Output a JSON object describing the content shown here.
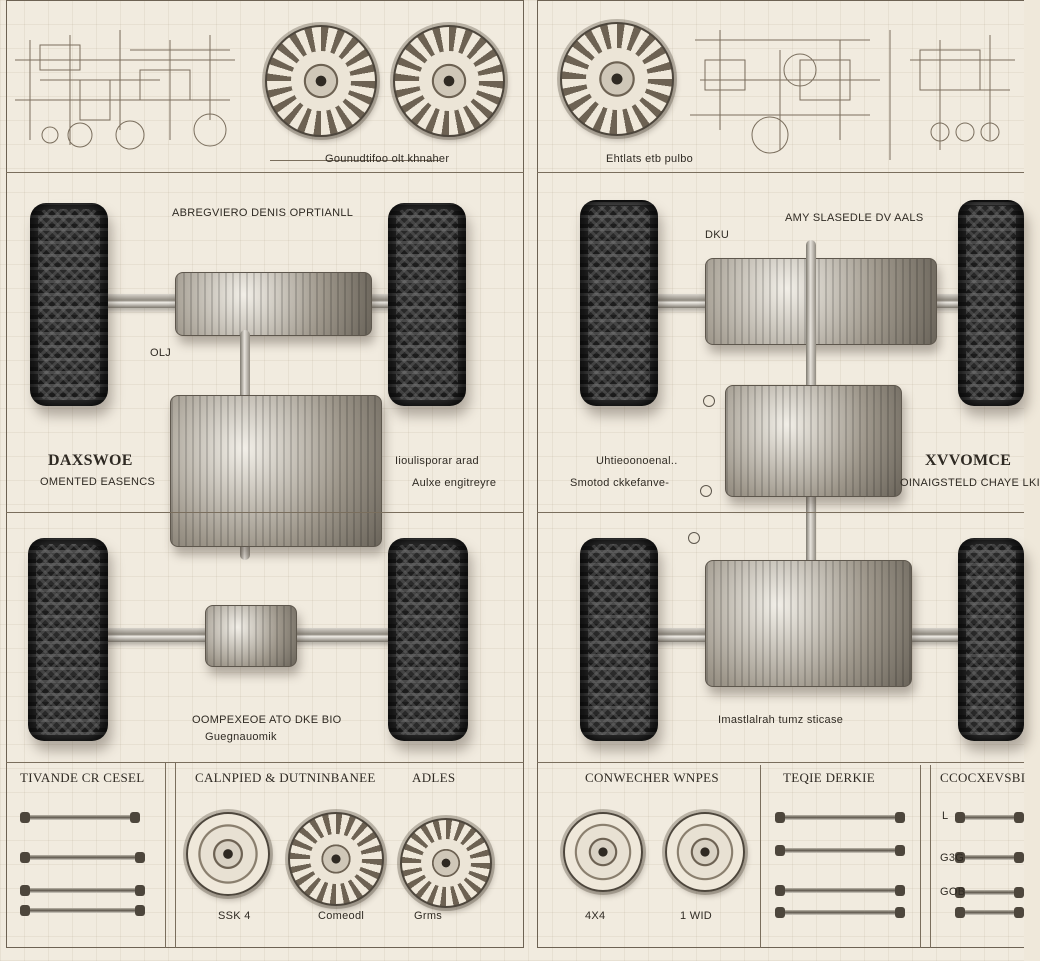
{
  "left_panel": {
    "top_caption": "Gounudtifoo olt khnaher",
    "callout_top": "ABREGVIERO DENIS OPRTIANLL",
    "callout_small": "OLJ",
    "title": "DAXSWOE",
    "subtitle": "OMENTED EASENCS",
    "callout_right_1": "Iioulisporar arad",
    "callout_right_2": "Aulxe engitreyre",
    "bottom_caption_1": "OOMPEXEOE ATO DKE BIO",
    "bottom_caption_2": "Guegnauomik",
    "sections": [
      {
        "title": "TIVANDE CR CESEL"
      },
      {
        "title": "CALNPIED & DUTNINBANEE"
      },
      {
        "title": "ADLES"
      }
    ],
    "gear_labels": [
      "SSK 4",
      "Comeodl",
      "Grms"
    ]
  },
  "right_panel": {
    "top_caption": "Ehtlats etb pulbo",
    "callout_top": "AMY SLASEDLE DV AALS",
    "callout_small": "DKU",
    "title": "XVVOMCE",
    "subtitle": "OINAIGSTELD CHAYE LKI",
    "callout_left_1": "Uhtieoonoenal..",
    "callout_left_2": "Smotod ckkefanve-",
    "bottom_caption": "Imastlalrah tumz sticase",
    "sections": [
      {
        "title": "CONWECHER WNPES"
      },
      {
        "title": "TEQIE DERKIE"
      },
      {
        "title": "CCOCXEVSBI"
      }
    ],
    "gear_labels": [
      "4X4",
      "1 WID"
    ],
    "side_marks": [
      "L",
      "G3G",
      "GOB"
    ]
  },
  "colors": {
    "paper": "#f1ebdf",
    "ink": "#2f2a23",
    "line": "#7a6e5d",
    "tire": "#2b2b2b",
    "metal": "#9d968a"
  }
}
